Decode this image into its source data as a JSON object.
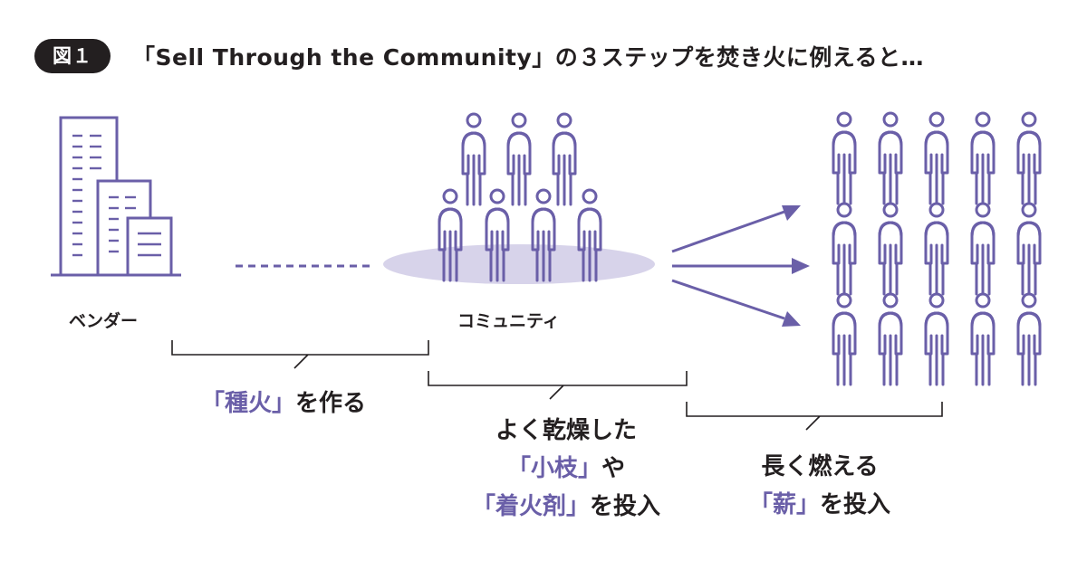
{
  "header": {
    "badge": "図１",
    "title": "「Sell Through the Community」の３ステップを焚き火に例えると…"
  },
  "nodes": {
    "vendor": "ベンダー",
    "community": "コミュニティ"
  },
  "steps": {
    "step1": {
      "q1": "「種火」",
      "t1": "を作る"
    },
    "step2": {
      "line1": "よく乾燥した",
      "q2": "「小枝」",
      "t2": "や",
      "q3": "「着火剤」",
      "t3": "を投入"
    },
    "step3": {
      "line1": "長く燃える",
      "q4": "「薪」",
      "t4": "を投入"
    }
  },
  "colors": {
    "accent": "#6a5fa8",
    "ellipse": "#d7d3ea",
    "text": "#231f20",
    "bracket": "#231f20"
  },
  "icons": {
    "vendor": "office-buildings-icon",
    "community": "people-group-icon",
    "audience": "people-grid-icon",
    "arrows": "arrow-right-icon"
  }
}
